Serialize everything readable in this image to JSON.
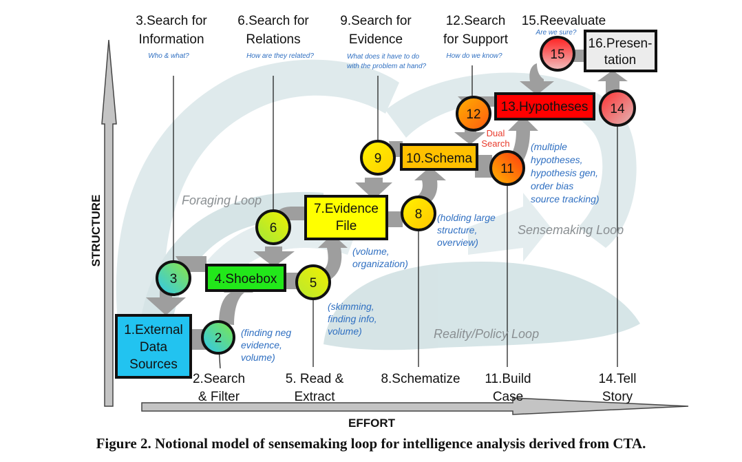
{
  "axes": {
    "y_label": "STRUCTURE",
    "x_label": "EFFORT"
  },
  "loops": {
    "foraging": "Foraging Loop",
    "sensemaking": "Sensemaking Loop",
    "reality_policy": "Reality/Policy Loop"
  },
  "boxes": [
    {
      "id": "b1",
      "lines": [
        "1.External",
        "Data",
        "Sources"
      ],
      "fill": "#22c3f0"
    },
    {
      "id": "b4",
      "lines": [
        "4.Shoebox"
      ],
      "fill": "#22e81a"
    },
    {
      "id": "b7",
      "lines": [
        "7.Evidence",
        "File"
      ],
      "fill": "#ffff00"
    },
    {
      "id": "b10",
      "lines": [
        "10.Schema"
      ],
      "fill": "#ffc000"
    },
    {
      "id": "b13",
      "lines": [
        "13.Hypotheses"
      ],
      "fill": "#ff0000"
    },
    {
      "id": "b16",
      "lines": [
        "16.Presen-",
        "tation"
      ],
      "fill": "#ececec"
    }
  ],
  "circles": [
    {
      "id": "c2",
      "label": "2",
      "colors": [
        "#2ec6f0",
        "#7ee84a"
      ]
    },
    {
      "id": "c3",
      "label": "3",
      "colors": [
        "#2ec6f0",
        "#8ee840"
      ]
    },
    {
      "id": "c5",
      "label": "5",
      "colors": [
        "#b8e830",
        "#f2f000"
      ]
    },
    {
      "id": "c6",
      "label": "6",
      "colors": [
        "#a0e83a",
        "#f2f000"
      ]
    },
    {
      "id": "c8",
      "label": "8",
      "colors": [
        "#fff200",
        "#ffc400"
      ]
    },
    {
      "id": "c9",
      "label": "9",
      "colors": [
        "#fff200",
        "#ffd000"
      ]
    },
    {
      "id": "c11",
      "label": "11",
      "colors": [
        "#ffb800",
        "#ff3a10"
      ]
    },
    {
      "id": "c12",
      "label": "12",
      "colors": [
        "#ffb000",
        "#ff5a10"
      ]
    },
    {
      "id": "c14",
      "label": "14",
      "colors": [
        "#ff3030",
        "#e0b8b8"
      ]
    },
    {
      "id": "c15",
      "label": "15",
      "colors": [
        "#ff2020",
        "#f0c0c0"
      ]
    }
  ],
  "top_labels": [
    {
      "id": "t3",
      "lines": [
        "3.Search for",
        "Information"
      ],
      "question": [
        "Who & what?"
      ]
    },
    {
      "id": "t6",
      "lines": [
        "6.Search for",
        "Relations"
      ],
      "question": [
        "How are they related?"
      ]
    },
    {
      "id": "t9",
      "lines": [
        "9.Search for",
        "Evidence"
      ],
      "question": [
        "What does it have to do",
        "with the problem at hand?"
      ]
    },
    {
      "id": "t12",
      "lines": [
        "12.Search",
        "for Support"
      ],
      "question": [
        "How do we know?"
      ]
    },
    {
      "id": "t15",
      "lines": [
        "15.Reevaluate"
      ],
      "question": [
        "Are we sure?"
      ]
    }
  ],
  "bottom_labels": [
    {
      "id": "l2",
      "lines": [
        "2.Search",
        "& Filter"
      ]
    },
    {
      "id": "l5",
      "lines": [
        "5. Read &",
        "Extract"
      ]
    },
    {
      "id": "l8",
      "lines": [
        "8.Schematize"
      ]
    },
    {
      "id": "l11",
      "lines": [
        "11.Build",
        "Case"
      ]
    },
    {
      "id": "l14",
      "lines": [
        "14.Tell",
        "Story"
      ]
    }
  ],
  "notes": [
    {
      "id": "n2",
      "lines": [
        "(finding neg",
        "evidence,",
        "volume)"
      ]
    },
    {
      "id": "n5",
      "lines": [
        "(skimming,",
        "finding info,",
        "volume)"
      ]
    },
    {
      "id": "n7",
      "lines": [
        "(volume,",
        "organization)"
      ]
    },
    {
      "id": "n8",
      "lines": [
        "(holding large",
        "structure,",
        "overview)"
      ]
    },
    {
      "id": "n11",
      "lines": [
        "(multiple",
        "hypotheses,",
        "hypothesis gen,",
        "order bias",
        "source tracking)"
      ]
    }
  ],
  "dual_search": [
    "Dual",
    "Search"
  ],
  "caption": "Figure 2.  Notional model of sensemaking loop for intelligence analysis derived from CTA."
}
